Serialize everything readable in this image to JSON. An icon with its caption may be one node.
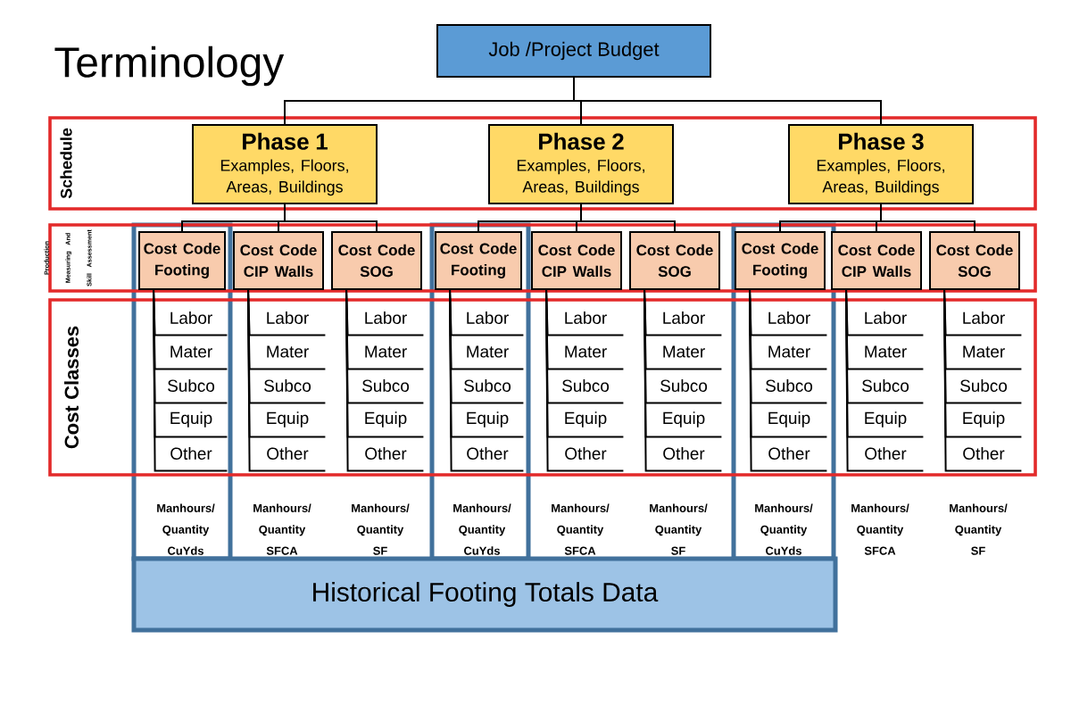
{
  "diagram": {
    "title": "Terminology",
    "nodes": [
      {
        "text": [
          "Job /Project Budget"
        ]
      },
      {
        "text": [
          "Schedule"
        ]
      },
      {
        "text": [
          "Phase 1",
          "Examples, Floors, Areas, Buildings"
        ],
        "in": 1
      },
      {
        "text": [
          "Phase 2",
          "Examples, Floors, Areas, Buildings"
        ],
        "in": 1
      },
      {
        "text": [
          "Phase 3",
          "Examples, Floors, Areas, Buildings"
        ],
        "in": 1
      },
      {
        "text": [
          "Production Measuring And Skill Assessment"
        ]
      },
      {
        "text": [
          "Cost Code Footing"
        ],
        "in": 5
      },
      {
        "text": [
          "Cost Code CIP Walls"
        ],
        "in": 5
      },
      {
        "text": [
          "Cost Code SOG"
        ],
        "in": 5
      },
      {
        "text": [
          "Cost Code Footing"
        ],
        "in": 5
      },
      {
        "text": [
          "Cost Code CIP Walls"
        ],
        "in": 5
      },
      {
        "text": [
          "Cost Code SOG"
        ],
        "in": 5
      },
      {
        "text": [
          "Cost Code Footing"
        ],
        "in": 5
      },
      {
        "text": [
          "Cost Code CIP Walls"
        ],
        "in": 5
      },
      {
        "text": [
          "Cost Code SOG"
        ],
        "in": 5
      },
      {
        "text": [
          "Cost Classes"
        ]
      },
      {
        "text": [
          "Labor"
        ],
        "in": 15
      },
      {
        "text": [
          "Mater"
        ],
        "in": 15
      },
      {
        "text": [
          "Subco"
        ],
        "in": 15
      },
      {
        "text": [
          "Equip"
        ],
        "in": 15
      },
      {
        "text": [
          "Other"
        ],
        "in": 15
      },
      {
        "text": [
          "Labor"
        ],
        "in": 15
      },
      {
        "text": [
          "Mater"
        ],
        "in": 15
      },
      {
        "text": [
          "Subco"
        ],
        "in": 15
      },
      {
        "text": [
          "Equip"
        ],
        "in": 15
      },
      {
        "text": [
          "Other"
        ],
        "in": 15
      },
      {
        "text": [
          "Labor"
        ],
        "in": 15
      },
      {
        "text": [
          "Mater"
        ],
        "in": 15
      },
      {
        "text": [
          "Subco"
        ],
        "in": 15
      },
      {
        "text": [
          "Equip"
        ],
        "in": 15
      },
      {
        "text": [
          "Other"
        ],
        "in": 15
      },
      {
        "text": [
          "Labor"
        ],
        "in": 15
      },
      {
        "text": [
          "Mater"
        ],
        "in": 15
      },
      {
        "text": [
          "Subco"
        ],
        "in": 15
      },
      {
        "text": [
          "Equip"
        ],
        "in": 15
      },
      {
        "text": [
          "Other"
        ],
        "in": 15
      },
      {
        "text": [
          "Labor"
        ],
        "in": 15
      },
      {
        "text": [
          "Mater"
        ],
        "in": 15
      },
      {
        "text": [
          "Subco"
        ],
        "in": 15
      },
      {
        "text": [
          "Equip"
        ],
        "in": 15
      },
      {
        "text": [
          "Other"
        ],
        "in": 15
      },
      {
        "text": [
          "Labor"
        ],
        "in": 15
      },
      {
        "text": [
          "Mater"
        ],
        "in": 15
      },
      {
        "text": [
          "Subco"
        ],
        "in": 15
      },
      {
        "text": [
          "Equip"
        ],
        "in": 15
      },
      {
        "text": [
          "Other"
        ],
        "in": 15
      },
      {
        "text": [
          "Labor"
        ],
        "in": 15
      },
      {
        "text": [
          "Mater"
        ],
        "in": 15
      },
      {
        "text": [
          "Subco"
        ],
        "in": 15
      },
      {
        "text": [
          "Equip"
        ],
        "in": 15
      },
      {
        "text": [
          "Other"
        ],
        "in": 15
      },
      {
        "text": [
          "Labor"
        ],
        "in": 15
      },
      {
        "text": [
          "Mater"
        ],
        "in": 15
      },
      {
        "text": [
          "Subco"
        ],
        "in": 15
      },
      {
        "text": [
          "Equip"
        ],
        "in": 15
      },
      {
        "text": [
          "Other"
        ],
        "in": 15
      },
      {
        "text": [
          "Labor"
        ],
        "in": 15
      },
      {
        "text": [
          "Mater"
        ],
        "in": 15
      },
      {
        "text": [
          "Subco"
        ],
        "in": 15
      },
      {
        "text": [
          "Equip"
        ],
        "in": 15
      },
      {
        "text": [
          "Other"
        ],
        "in": 15
      },
      {
        "text": [
          "Historical Footing Totals Data"
        ]
      }
    ],
    "edges": [
      {
        "from": 0,
        "to": 2,
        "arrow": "none"
      },
      {
        "from": 0,
        "to": 3,
        "arrow": "none"
      },
      {
        "from": 0,
        "to": 4,
        "arrow": "none"
      },
      {
        "from": 2,
        "to": 6,
        "arrow": "none"
      },
      {
        "from": 2,
        "to": 7,
        "arrow": "none"
      },
      {
        "from": 2,
        "to": 8,
        "arrow": "none"
      },
      {
        "from": 3,
        "to": 9,
        "arrow": "none"
      },
      {
        "from": 3,
        "to": 10,
        "arrow": "none"
      },
      {
        "from": 3,
        "to": 11,
        "arrow": "none"
      },
      {
        "from": 4,
        "to": 12,
        "arrow": "none"
      },
      {
        "from": 4,
        "to": 13,
        "arrow": "none"
      },
      {
        "from": 4,
        "to": 14,
        "arrow": "none"
      },
      {
        "from": 6,
        "to": 16,
        "arrow": "none"
      },
      {
        "from": 6,
        "to": 17,
        "arrow": "none"
      },
      {
        "from": 6,
        "to": 18,
        "arrow": "none"
      },
      {
        "from": 6,
        "to": 19,
        "arrow": "none"
      },
      {
        "from": 6,
        "to": 20,
        "arrow": "none"
      },
      {
        "from": 7,
        "to": 21,
        "arrow": "none"
      },
      {
        "from": 7,
        "to": 22,
        "arrow": "none"
      },
      {
        "from": 7,
        "to": 23,
        "arrow": "none"
      },
      {
        "from": 7,
        "to": 24,
        "arrow": "none"
      },
      {
        "from": 7,
        "to": 25,
        "arrow": "none"
      },
      {
        "from": 8,
        "to": 26,
        "arrow": "none"
      },
      {
        "from": 8,
        "to": 27,
        "arrow": "none"
      },
      {
        "from": 8,
        "to": 28,
        "arrow": "none"
      },
      {
        "from": 8,
        "to": 29,
        "arrow": "none"
      },
      {
        "from": 8,
        "to": 30,
        "arrow": "none"
      },
      {
        "from": 9,
        "to": 31,
        "arrow": "none"
      },
      {
        "from": 9,
        "to": 32,
        "arrow": "none"
      },
      {
        "from": 9,
        "to": 33,
        "arrow": "none"
      },
      {
        "from": 9,
        "to": 34,
        "arrow": "none"
      },
      {
        "from": 9,
        "to": 35,
        "arrow": "none"
      },
      {
        "from": 10,
        "to": 36,
        "arrow": "none"
      },
      {
        "from": 10,
        "to": 37,
        "arrow": "none"
      },
      {
        "from": 10,
        "to": 38,
        "arrow": "none"
      },
      {
        "from": 10,
        "to": 39,
        "arrow": "none"
      },
      {
        "from": 10,
        "to": 40,
        "arrow": "none"
      },
      {
        "from": 11,
        "to": 41,
        "arrow": "none"
      },
      {
        "from": 11,
        "to": 42,
        "arrow": "none"
      },
      {
        "from": 11,
        "to": 43,
        "arrow": "none"
      },
      {
        "from": 11,
        "to": 44,
        "arrow": "none"
      },
      {
        "from": 11,
        "to": 45,
        "arrow": "none"
      },
      {
        "from": 12,
        "to": 46,
        "arrow": "none"
      },
      {
        "from": 12,
        "to": 47,
        "arrow": "none"
      },
      {
        "from": 12,
        "to": 48,
        "arrow": "none"
      },
      {
        "from": 12,
        "to": 49,
        "arrow": "none"
      },
      {
        "from": 12,
        "to": 50,
        "arrow": "none"
      },
      {
        "from": 13,
        "to": 51,
        "arrow": "none"
      },
      {
        "from": 13,
        "to": 52,
        "arrow": "none"
      },
      {
        "from": 13,
        "to": 53,
        "arrow": "none"
      },
      {
        "from": 13,
        "to": 54,
        "arrow": "none"
      },
      {
        "from": 13,
        "to": 55,
        "arrow": "none"
      },
      {
        "from": 14,
        "to": 56,
        "arrow": "none"
      },
      {
        "from": 14,
        "to": 57,
        "arrow": "none"
      },
      {
        "from": 14,
        "to": 58,
        "arrow": "none"
      },
      {
        "from": 14,
        "to": 59,
        "arrow": "none"
      },
      {
        "from": 14,
        "to": 60,
        "arrow": "none"
      }
    ],
    "labels": [
      "Manhours/ Quantity CuYds",
      "Manhours/ Quantity SFCA",
      "Manhours/ Quantity SF",
      "Manhours/ Quantity CuYds",
      "Manhours/ Quantity SFCA",
      "Manhours/ Quantity SF",
      "Manhours/ Quantity CuYds",
      "Manhours/ Quantity SFCA",
      "Manhours/ Quantity SF"
    ]
  }
}
